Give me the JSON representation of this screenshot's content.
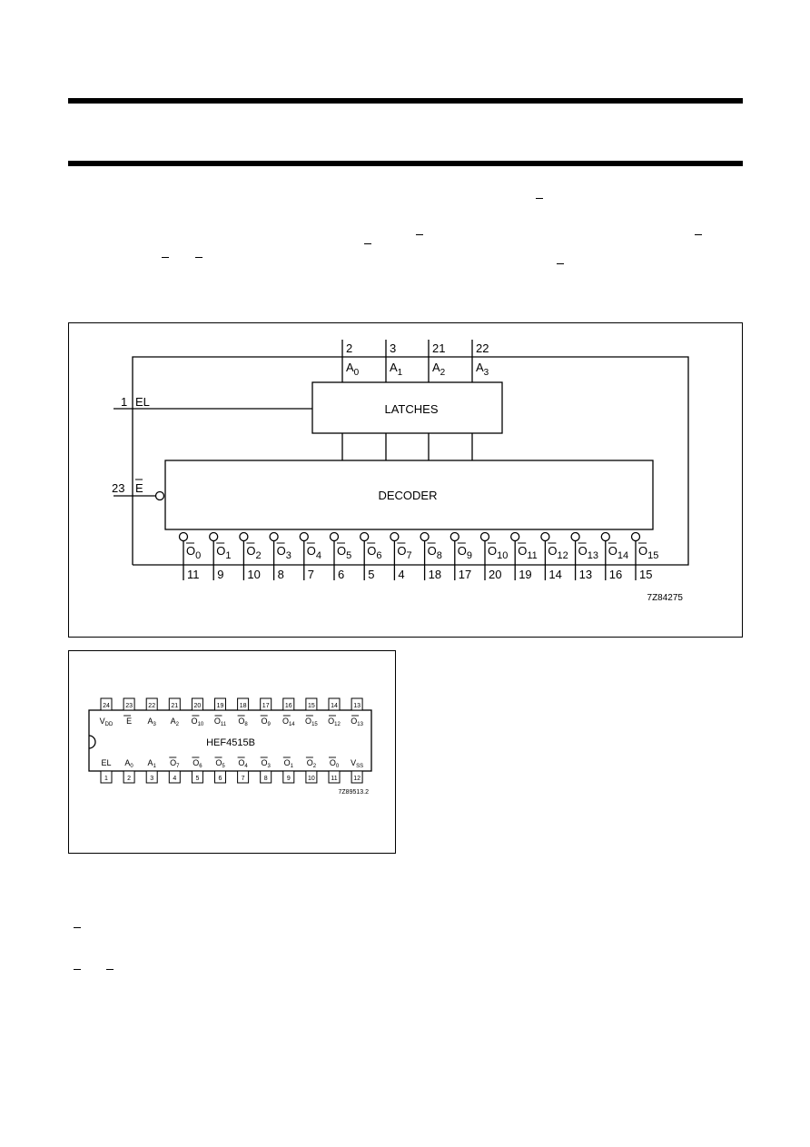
{
  "block_diagram": {
    "top_pins": [
      {
        "pin": "2",
        "name": "A",
        "sub": "0"
      },
      {
        "pin": "3",
        "name": "A",
        "sub": "1"
      },
      {
        "pin": "21",
        "name": "A",
        "sub": "2"
      },
      {
        "pin": "22",
        "name": "A",
        "sub": "3"
      }
    ],
    "el_pin": "1",
    "el_label": "EL",
    "e_pin": "23",
    "e_label": "E",
    "latches_label": "LATCHES",
    "decoder_label": "DECODER",
    "outputs": [
      {
        "sub": "0",
        "pin": "11"
      },
      {
        "sub": "1",
        "pin": "9"
      },
      {
        "sub": "2",
        "pin": "10"
      },
      {
        "sub": "3",
        "pin": "8"
      },
      {
        "sub": "4",
        "pin": "7"
      },
      {
        "sub": "5",
        "pin": "6"
      },
      {
        "sub": "6",
        "pin": "5"
      },
      {
        "sub": "7",
        "pin": "4"
      },
      {
        "sub": "8",
        "pin": "18"
      },
      {
        "sub": "9",
        "pin": "17"
      },
      {
        "sub": "10",
        "pin": "20"
      },
      {
        "sub": "11",
        "pin": "19"
      },
      {
        "sub": "12",
        "pin": "14"
      },
      {
        "sub": "13",
        "pin": "13"
      },
      {
        "sub": "14",
        "pin": "16"
      },
      {
        "sub": "15",
        "pin": "15"
      }
    ],
    "output_letter": "O",
    "figure_code": "7Z84275"
  },
  "pinout": {
    "chip_label": "HEF4515B",
    "figure_code": "7Z89513.2",
    "top_pins": [
      "24",
      "23",
      "22",
      "21",
      "20",
      "19",
      "18",
      "17",
      "16",
      "15",
      "14",
      "13"
    ],
    "top_labels": [
      {
        "t": "V",
        "s": "DD",
        "bar": false
      },
      {
        "t": "E",
        "s": "",
        "bar": true
      },
      {
        "t": "A",
        "s": "3",
        "bar": false
      },
      {
        "t": "A",
        "s": "2",
        "bar": false
      },
      {
        "t": "O",
        "s": "10",
        "bar": true
      },
      {
        "t": "O",
        "s": "11",
        "bar": true
      },
      {
        "t": "O",
        "s": "8",
        "bar": true
      },
      {
        "t": "O",
        "s": "9",
        "bar": true
      },
      {
        "t": "O",
        "s": "14",
        "bar": true
      },
      {
        "t": "O",
        "s": "15",
        "bar": true
      },
      {
        "t": "O",
        "s": "12",
        "bar": true
      },
      {
        "t": "O",
        "s": "13",
        "bar": true
      }
    ],
    "bottom_pins": [
      "1",
      "2",
      "3",
      "4",
      "5",
      "6",
      "7",
      "8",
      "9",
      "10",
      "11",
      "12"
    ],
    "bottom_labels": [
      {
        "t": "EL",
        "s": "",
        "bar": false
      },
      {
        "t": "A",
        "s": "0",
        "bar": false
      },
      {
        "t": "A",
        "s": "1",
        "bar": false
      },
      {
        "t": "O",
        "s": "7",
        "bar": true
      },
      {
        "t": "O",
        "s": "6",
        "bar": true
      },
      {
        "t": "O",
        "s": "5",
        "bar": true
      },
      {
        "t": "O",
        "s": "4",
        "bar": true
      },
      {
        "t": "O",
        "s": "3",
        "bar": true
      },
      {
        "t": "O",
        "s": "1",
        "bar": true
      },
      {
        "t": "O",
        "s": "2",
        "bar": true
      },
      {
        "t": "O",
        "s": "0",
        "bar": true
      },
      {
        "t": "V",
        "s": "SS",
        "bar": false
      }
    ]
  }
}
